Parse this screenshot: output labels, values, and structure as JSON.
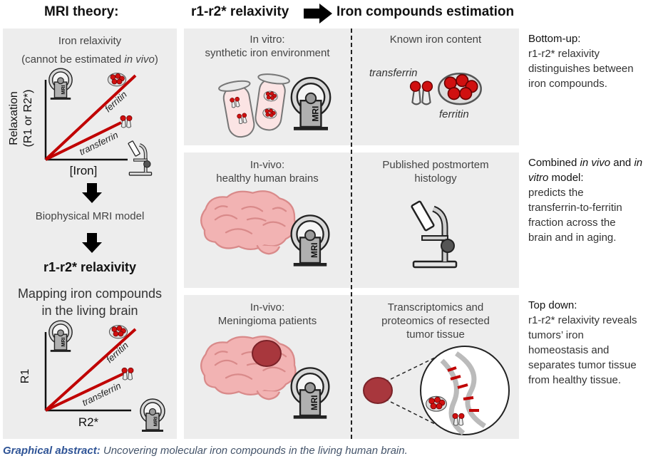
{
  "headers": {
    "mri_theory": "MRI theory:",
    "r1r2_relaxivity": "r1-r2* relaxivity",
    "iron_estimation": "Iron compounds estimation"
  },
  "left_column": {
    "top_title": "Iron relaxivity",
    "top_subtitle_pre": "(cannot be estimated ",
    "top_subtitle_ital": "in vivo",
    "top_subtitle_post": ")",
    "chart1": {
      "ylabel_line1": "Relaxation",
      "ylabel_line2": "(R1 or R2*)",
      "xlabel": "[Iron]",
      "line_top": "ferritin",
      "line_bottom": "transferrin"
    },
    "model_label": "Biophysical MRI model",
    "relaxivity_label": "r1-r2* relaxivity",
    "mapping_line1": "Mapping iron compounds",
    "mapping_line2": "in the living brain",
    "chart2": {
      "ylabel": "R1",
      "xlabel": "R2*",
      "line_top": "ferritin",
      "line_bottom": "transferrin"
    },
    "mri_label": "MRI"
  },
  "rows": [
    {
      "left_title_line1": "In vitro:",
      "left_title_line2": "synthetic iron environment",
      "right_title_line1": "Known iron content",
      "right_title_line2": "",
      "right_title_line3": "",
      "right_labels": {
        "transferrin": "transferrin",
        "ferritin": "ferritin"
      },
      "desc_head": "Bottom-up:",
      "desc_lines": [
        "r1-r2* relaxivity",
        "distinguishes between",
        "iron compounds."
      ]
    },
    {
      "left_title_line1": "In-vivo:",
      "left_title_line2": "healthy human brains",
      "right_title_line1": "Published postmortem",
      "right_title_line2": "histology",
      "right_title_line3": "",
      "desc_head_pre": "Combined ",
      "desc_head_ital1": "in vivo",
      "desc_head_mid": " and ",
      "desc_head_ital2": "in",
      "desc_head_ital3": "vitro",
      "desc_head_post": " model:",
      "desc_lines": [
        "predicts the",
        "transferrin-to-ferritin",
        "fraction across the",
        "brain and in aging."
      ]
    },
    {
      "left_title_line1": "In-vivo:",
      "left_title_line2": "Meningioma patients",
      "right_title_line1": "Transcriptomics and",
      "right_title_line2": "proteomics of resected",
      "right_title_line3": "tumor tissue",
      "desc_head": "Top down:",
      "desc_lines": [
        "r1-r2* relaxivity reveals",
        "tumors’ iron",
        "homeostasis and",
        "separates tumor tissue",
        "from healthy tissue."
      ]
    }
  ],
  "caption": {
    "bold": "Graphical abstract:",
    "text": " Uncovering molecular iron compounds in the living human brain."
  },
  "colors": {
    "panel": "#ededed",
    "red_line": "#c00000",
    "iron_red": "#d01010",
    "brain_pink": "#f2b3b3",
    "brain_outline": "#d98a8a",
    "tumor": "#a8373d",
    "caption_blue": "#2f5496"
  }
}
